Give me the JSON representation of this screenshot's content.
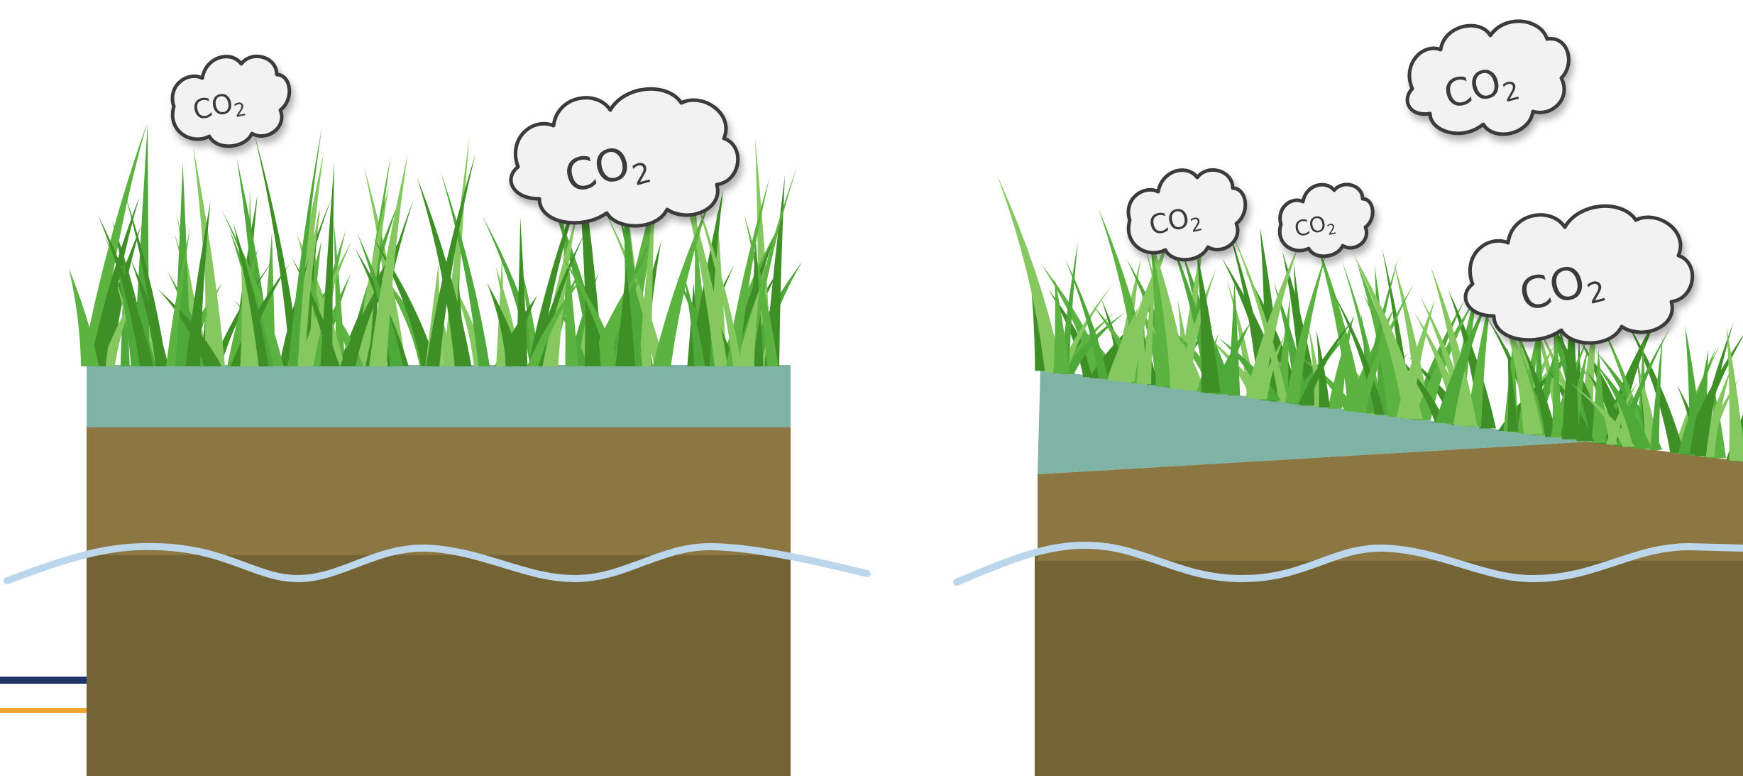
{
  "colors": {
    "background": "#ffffff",
    "grass_dark": "#3f8f27",
    "grass_mid": "#4fa83a",
    "grass_light": "#86c860",
    "peat_layer": "#7fb3a6",
    "soil_upper": "#8c7742",
    "soil_lower": "#746335",
    "water_table": "#bcd6ec",
    "cloud_fill": "#f2f2f2",
    "cloud_stroke": "#3a3a3a",
    "line_navy": "#1f3468",
    "line_orange": "#f0a732"
  },
  "clouds": [
    {
      "label": "CO",
      "sub": "2"
    },
    {
      "label": "CO",
      "sub": "2"
    },
    {
      "label": "CO",
      "sub": "2"
    },
    {
      "label": "CO",
      "sub": "2"
    },
    {
      "label": "CO",
      "sub": "2"
    },
    {
      "label": "CO",
      "sub": "2"
    }
  ],
  "icons": [
    "co2-cloud-icon",
    "grass-icon",
    "water-table-line"
  ]
}
